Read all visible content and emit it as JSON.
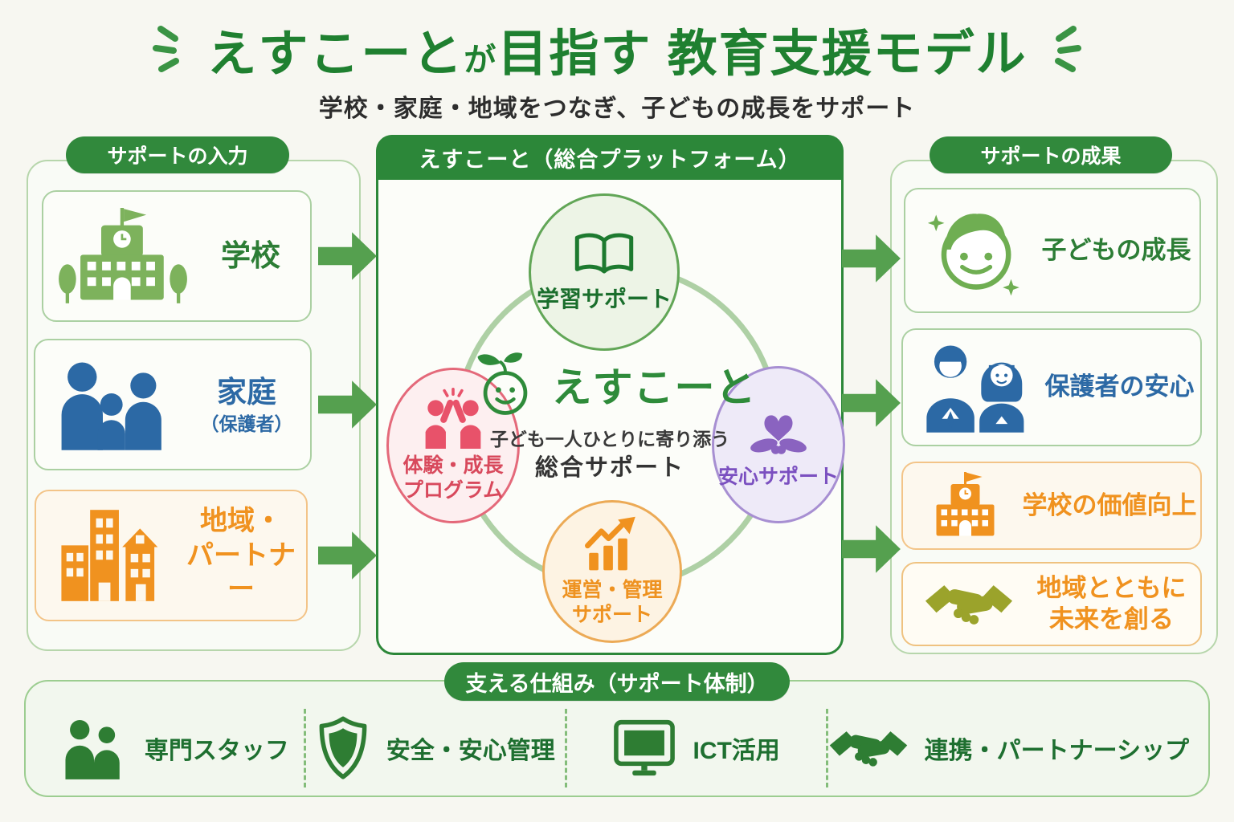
{
  "colors": {
    "brand_green": "#2c8739",
    "light_green_border": "#b7d6ac",
    "blue": "#2c69a5",
    "orange": "#f0921f",
    "red_pink": "#e4697a",
    "purple": "#8a63c0",
    "olive": "#9ba32b",
    "arrow_green": "#55a04f",
    "background": "#f7f7f1"
  },
  "title": {
    "part1": "えすこーと",
    "particle": "が",
    "part2": "目指す 教育支援モデル"
  },
  "subtitle": "学校・家庭・地域をつなぎ、子どもの成長をサポート",
  "left_panel": {
    "header": "サポートの入力",
    "items": [
      {
        "icon": "school-icon",
        "label": "学校",
        "color": "green"
      },
      {
        "icon": "family-icon",
        "label": "家庭",
        "sublabel": "（保護者）",
        "color": "blue"
      },
      {
        "icon": "buildings-icon",
        "lines": [
          "地域・",
          "パートナー"
        ],
        "color": "orange"
      }
    ]
  },
  "center_panel": {
    "header": "えすこーと（総合プラットフォーム）",
    "nodes": [
      {
        "icon": "open-book-icon",
        "label": "学習サポート",
        "position": "top",
        "color": "green"
      },
      {
        "icon": "high-five-icon",
        "lines": [
          "体験・成長",
          "プログラム"
        ],
        "position": "left",
        "color": "red"
      },
      {
        "icon": "heart-hands-icon",
        "label": "安心サポート",
        "position": "right",
        "color": "purple"
      },
      {
        "icon": "growth-chart-icon",
        "lines": [
          "運営・管理",
          "サポート"
        ],
        "position": "bottom",
        "color": "orange"
      }
    ],
    "logo": {
      "icon": "sprout-face-icon",
      "name": "えすこーと",
      "tagline1": "子ども一人ひとりに寄り添う",
      "tagline2": "総合サポート"
    }
  },
  "right_panel": {
    "header": "サポートの成果",
    "items": [
      {
        "icon": "child-face-icon",
        "label": "子どもの成長",
        "color": "green"
      },
      {
        "icon": "parents-icon",
        "label": "保護者の安心",
        "color": "blue"
      },
      {
        "icon": "school-icon",
        "label": "学校の価値向上",
        "color": "orange"
      },
      {
        "icon": "handshake-icon",
        "lines": [
          "地域とともに",
          "未来を創る"
        ],
        "color": "orange"
      }
    ]
  },
  "bottom_panel": {
    "header": "支える仕組み（サポート体制）",
    "items": [
      {
        "icon": "staff-icon",
        "label": "専門スタッフ"
      },
      {
        "icon": "shield-icon",
        "label": "安全・安心管理"
      },
      {
        "icon": "monitor-icon",
        "label": "ICT活用"
      },
      {
        "icon": "handshake-icon",
        "label": "連携・パートナーシップ"
      }
    ]
  }
}
